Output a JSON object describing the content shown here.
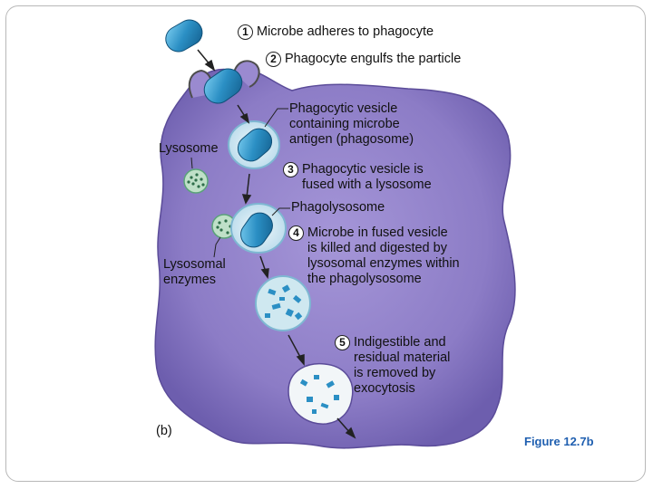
{
  "steps": [
    {
      "num": "1",
      "text": "Microbe adheres to phagocyte"
    },
    {
      "num": "2",
      "text": "Phagocyte engulfs the particle"
    },
    {
      "num": "3",
      "text": "Phagocytic vesicle is\nfused with a lysosome"
    },
    {
      "num": "4",
      "text": "Microbe in fused vesicle\nis killed and digested by\nlysosomal enzymes within\nthe phagolysosome"
    },
    {
      "num": "5",
      "text": "Indigestible and\nresidual material\nis removed by\nexocytosis"
    }
  ],
  "labels": {
    "phagosome": "Phagocytic vesicle\ncontaining microbe\nantigen (phagosome)",
    "lysosome": "Lysosome",
    "phagolysosome": "Phagolysosome",
    "lysosomal_enzymes": "Lysosomal\nenzymes",
    "panel": "(b)",
    "figure": "Figure 12.7b"
  },
  "colors": {
    "cell": "#8f7fc9",
    "microbe": "#2b8fc4",
    "lysosome": "#5aa37a",
    "vesicle": "#cfe6f2"
  }
}
